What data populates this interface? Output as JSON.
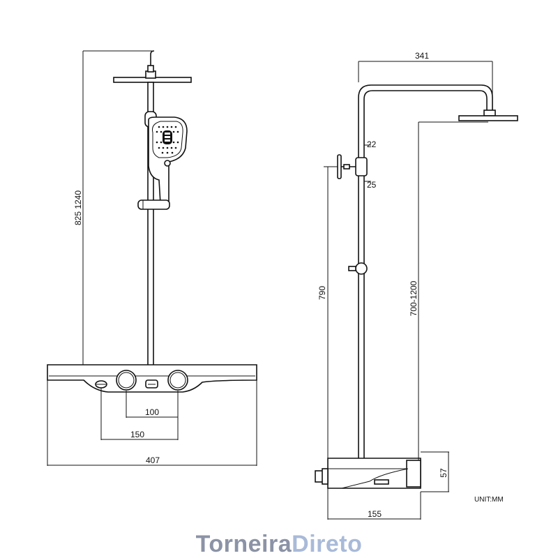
{
  "dimensions": {
    "front_height": "825 1240",
    "handle_spacing": "100",
    "spout_offset": "150",
    "total_width": "407",
    "arm_reach": "341",
    "clamp_upper": "22",
    "clamp_lower": "25",
    "handset_height": "790",
    "adjustable_height": "700-1200",
    "body_depth": "57",
    "body_width": "155"
  },
  "unit_label": "UNIT:MM",
  "brand": {
    "part1": "Torneira",
    "part2": "Direto"
  },
  "colors": {
    "brand_grey": "#8c93a6",
    "brand_blue": "#a9bad8",
    "line": "#111111"
  }
}
